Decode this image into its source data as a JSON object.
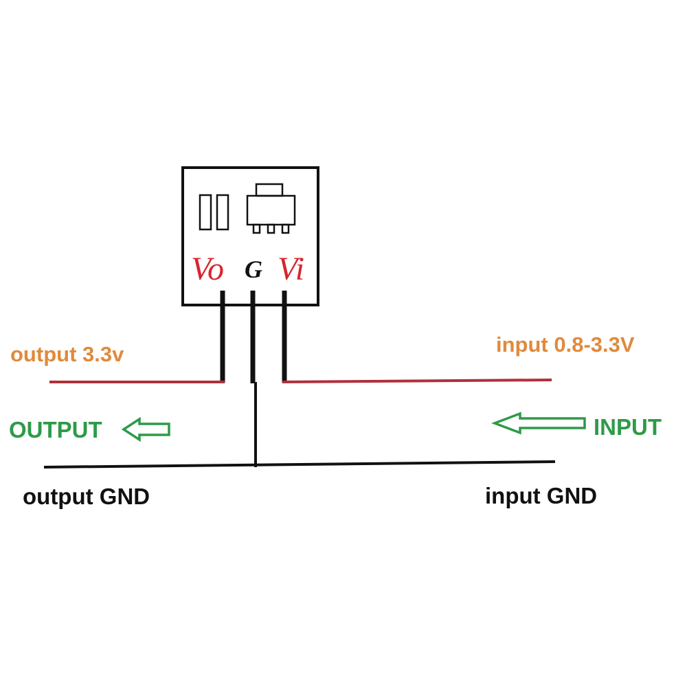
{
  "module": {
    "pins": {
      "vo": "Vo",
      "g": "G",
      "vi": "Vi"
    }
  },
  "labels": {
    "output_voltage": "output 3.3v",
    "input_voltage": "input 0.8-3.3V",
    "output_direction": "OUTPUT",
    "input_direction": "INPUT",
    "output_gnd": "output GND",
    "input_gnd": "input GND"
  },
  "colors": {
    "voltage_label": "#e08a3c",
    "direction_label": "#2e9a48",
    "pin_label": "#d8252d",
    "positive_wire": "#b0303a",
    "ground_wire": "#111111"
  },
  "icons": {
    "output_arrow": "arrow-left-outline-icon",
    "input_arrow": "arrow-left-outline-icon",
    "component_symbol": "sot223-regulator-icon",
    "capacitor_symbol": "capacitor-icon"
  }
}
